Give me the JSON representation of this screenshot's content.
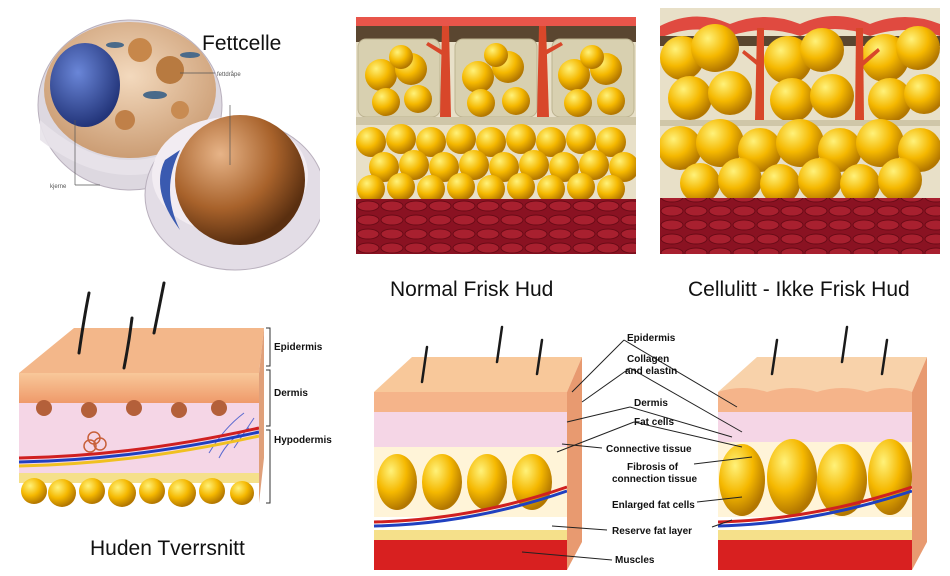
{
  "fat_cell": {
    "title": "Fettcelle",
    "labels": {
      "droplet": "fettdråpe",
      "nucleus": "kjerne"
    }
  },
  "normal_skin": {
    "title": "Normal Frisk Hud"
  },
  "cellulite_skin": {
    "title": "Cellulitt - Ikke Frisk Hud"
  },
  "cross_section": {
    "title": "Huden Tverrsnitt",
    "layers": [
      "Epidermis",
      "Dermis",
      "Hypodermis"
    ]
  },
  "comparison": {
    "labels": [
      "Epidermis",
      "Collagen",
      "and elastin",
      "Dermis",
      "Fat cells",
      "Connective tissue",
      "Fibrosis of",
      "connection tissue",
      "Enlarged fat cells",
      "Reserve fat layer",
      "Muscles"
    ]
  },
  "colors": {
    "fat": "#f5b800",
    "fat_highlight": "#ffe24a",
    "muscle": "#9a1a28",
    "skin": "#f0a070",
    "connective": "#e04a2a"
  }
}
